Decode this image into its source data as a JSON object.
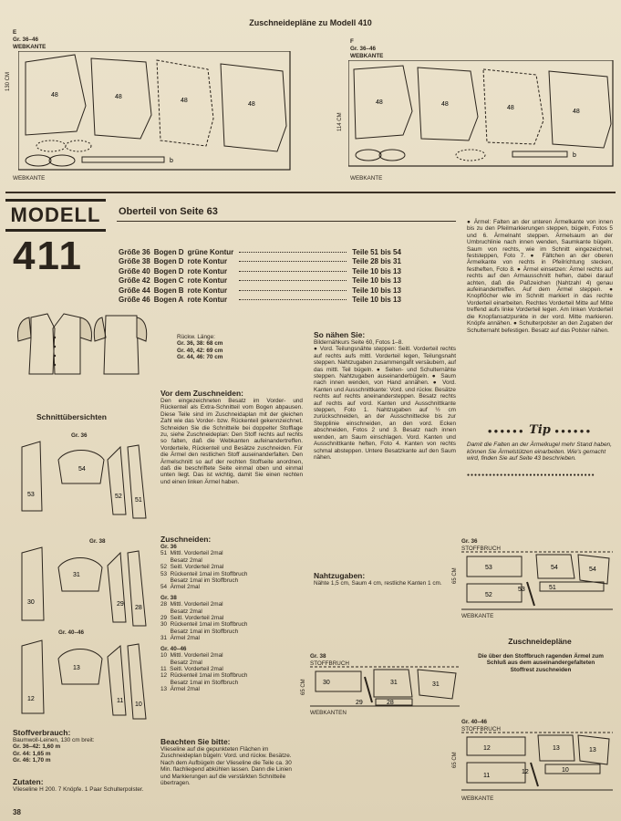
{
  "header": {
    "title": "Zuschneidepläne zu Modell 410"
  },
  "plan_e": {
    "letter": "E",
    "sizes": "Gr. 36–46",
    "fabric": "WEBKANTE",
    "height": "130 CM",
    "piece": "48",
    "strip": "b",
    "selvedge": "WEBKANTE"
  },
  "plan_f": {
    "letter": "F",
    "sizes": "Gr. 36–46",
    "fabric": "WEBKANTE",
    "height": "114 CM",
    "piece": "48",
    "strip": "b",
    "selvedge": "WEBKANTE"
  },
  "model": {
    "label": "MODELL",
    "number": "411",
    "title": "Oberteil von Seite 63"
  },
  "size_table": [
    {
      "size": "Größe 36",
      "sheet": "Bogen D",
      "contour": "grüne Kontur",
      "parts": "Teile 51 bis 54"
    },
    {
      "size": "Größe 38",
      "sheet": "Bogen D",
      "contour": "rote Kontur",
      "parts": "Teile 28 bis 31"
    },
    {
      "size": "Größe 40",
      "sheet": "Bogen D",
      "contour": "rote Kontur",
      "parts": "Teile 10 bis 13"
    },
    {
      "size": "Größe 42",
      "sheet": "Bogen C",
      "contour": "rote Kontur",
      "parts": "Teile 10 bis 13"
    },
    {
      "size": "Größe 44",
      "sheet": "Bogen B",
      "contour": "rote Kontur",
      "parts": "Teile 10 bis 13"
    },
    {
      "size": "Größe 46",
      "sheet": "Bogen A",
      "contour": "rote Kontur",
      "parts": "Teile 10 bis 13"
    }
  ],
  "back_length": {
    "title": "Rückw. Länge:",
    "l1": "Gr. 36, 38: 68 cm",
    "l2": "Gr. 40, 42: 69 cm",
    "l3": "Gr. 44, 46: 70 cm"
  },
  "overview": {
    "title": "Schnittübersichten",
    "g36": "Gr. 36",
    "g38": "Gr. 38",
    "g4046": "Gr. 40–46"
  },
  "pieces36": [
    "54",
    "53",
    "52",
    "51"
  ],
  "pieces38": [
    "31",
    "30",
    "29",
    "28"
  ],
  "pieces40": [
    "13",
    "12",
    "11",
    "10"
  ],
  "vor_dem": {
    "title": "Vor dem Zuschneiden:",
    "text": "Den eingezeichneten Besatz im Vorder- und Rückenteil als Extra-Schnitteil vom Bogen abpausen. Diese Teile sind im Zuschneidaplan mit der gleichen Zahl wie das Vorder- bzw. Rückenteil gekennzeichnet. Schneiden Sie die Schnitteile bei doppelter Stofflage zu, siehe Zuschneideplan: Den Stoff rechts auf rechts so falten, daß die Webkanten aufeinandertreffen. Vorderteile, Rückenteil und Besätze zuschneiden. Für die Ärmel den restlichen Stoff auseinanderfalten. Den Ärmelschnitt so auf der rechten Stoffseite anordnen, daß die beschriftete Seite einmal oben und einmal unten liegt. Das ist wichtig, damit Sie einen rechten und einen linken Ärmel haben."
  },
  "zuschneiden": {
    "title": "Zuschneiden:",
    "groups": [
      {
        "name": "Gr. 36",
        "items": [
          "51  Mittl. Vorderteil 2mal",
          "      Besatz 2mal",
          "52  Seitl. Vorderteil 2mal",
          "53  Rückenteil 1mal im Stoffbruch",
          "      Besatz 1mal im Stoffbruch",
          "54  Ärmel 2mal"
        ]
      },
      {
        "name": "Gr. 38",
        "items": [
          "28  Mittl. Vorderteil 2mal",
          "      Besatz 2mal",
          "29  Seitl. Vorderteil 2mal",
          "30  Rückenteil 1mal im Stoffbruch",
          "      Besatz 1mal im Stoffbruch",
          "31  Ärmel 2mal"
        ]
      },
      {
        "name": "Gr. 40–46",
        "items": [
          "10  Mittl. Vorderteil 2mal",
          "      Besatz 2mal",
          "11  Seitl. Vorderteil 2mal",
          "12  Rückenteil 1mal im Stoffbruch",
          "      Besatz 1mal im Stoffbruch",
          "13  Ärmel 2mal"
        ]
      }
    ]
  },
  "beachten": {
    "title": "Beachten Sie bitte:",
    "text": "Vlieseline auf die gepunkteten Flächen im Zuschneideplan bügeln: Vord. und rückw. Besätze. Nach dem Aufbügeln der Vlieseline die Teile ca. 30 Min. flachliegend abkühlen lassen. Dann die Linien und Markierungen auf die verstärkten Schnitteile übertragen."
  },
  "stoffverbrauch": {
    "title": "Stoffverbrauch:",
    "line1": "Baumwoll-Leinen, 130 cm breit:",
    "line2": "Gr. 36–42: 1,60 m",
    "line3": "Gr. 44: 1,65 m",
    "line4": "Gr. 46: 1,70 m"
  },
  "zutaten": {
    "title": "Zutaten:",
    "text": "Vlieseline H 200. 7 Knöpfe. 1 Paar Schulterpolster."
  },
  "page_number": "38",
  "so_naehen": {
    "title": "So nähen Sie:",
    "intro": "Bildernähkurs Seite 60, Fotos 1–8.",
    "text": "● Vord. Teilungsnähte steppen: Seitl. Vorderteil rechts auf rechts aufs mittl. Vorderteil legen, Teilungsnaht steppen. Nahtzugaben zusammengafit versäubern, auf das mittl. Teil bügeln. ● Seiten- und Schulternähte steppen. Nahtzugaben auseinanderbügeln. ● Saum nach innen wenden, von Hand annähen. ● Vord. Kanten und Ausschnittkante: Vord. und rückw. Besätze rechts auf rechts aneinandersteppen. Besatz rechts auf rechts auf vord. Kanten und Ausschnittkante steppen, Foto 1. Nahtzugaben auf ½ cm zurückschneiden, an der Ausschnittecke bis zur Stepplinie einschneiden, an den vord. Ecken abschneiden, Fotos 2 und 3. Besatz nach innen wenden, am Saum einschlagen. Vord. Kanten und Ausschnittkante heften, Foto 4. Kanten von rechts schmal absteppen. Untere Besatzkante auf den Saum nähen."
  },
  "nahtzugaben": {
    "title": "Nahtzugaben:",
    "text": "Nähte 1,5 cm, Saum 4 cm, restliche Kanten 1 cm."
  },
  "right_text": "● Ärmel: Falten an der unteren Ärmelkante von innen bis zu den Pfeilmarkierungen steppen, bügeln, Fotos 5 und 6. Ärmelnaht steppen. Ärmelsaum an der Umbruchlinie nach innen wenden, Saumkante bügeln. Saum von rechts, wie im Schnitt eingezeichnet, feststeppen, Foto 7. ● Fältchen an der oberen Ärmelkante von rechts in Pfeilrichtung stecken, festheften, Foto 8. ● Ärmel einsetzen: Ärmel rechts auf rechts auf den Armausschnitt heften, dabei darauf achten, daß die Paßzeichen (Nahtzahl 4) genau aufeinandertreffen. Auf dem Ärmel steppen. ● Knopflöcher wie im Schnitt markiert in das rechte Vorderteil einarbeiten. Rechtes Vorderteil Mitte auf Mitte treffend aufs linke Vorderteil legen. Am linken Vorderteil die Knopfansatzpunkte in der vord. Mitte markieren. Knöpfe annähen. ● Schulterpolster an den Zugaben der Schulternaht befestigen. Besatz auf das Polster nähen.",
  "tip": {
    "word": "Tip",
    "text": "Damit die Falten an der Ärmelkugel mehr Stand haben, können Sie Ärmelstützen einarbeiten. Wie's gemacht wird, finden Sie auf Seite 43 beschrieben."
  },
  "plans_right": {
    "title": "Zuschneidepläne",
    "subtitle": "Die über den Stoffbruch ragenden Ärmel zum Schluß aus dem auseinandergefalteten Stoffrest zuschneiden",
    "g36": "Gr. 36",
    "g38": "Gr. 38",
    "g4046": "Gr. 40–46",
    "fold": "STOFFBRUCH",
    "height": "65 CM",
    "selvedge": "WEBKANTEN",
    "selvedge_single": "WEBKANTE"
  }
}
